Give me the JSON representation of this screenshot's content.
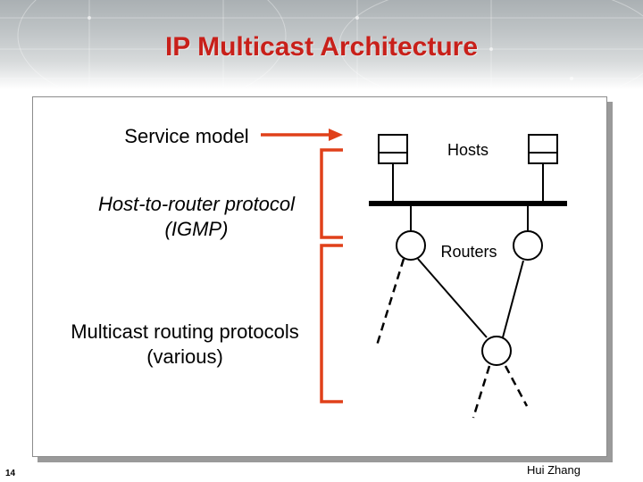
{
  "slide": {
    "title": "IP Multicast Architecture",
    "page_number": "14",
    "author": "Hui Zhang"
  },
  "diagram": {
    "layers": [
      {
        "label": "Service model",
        "style": "normal"
      },
      {
        "label": "Host-to-router protocol\n(IGMP)",
        "style": "italic"
      },
      {
        "label": "Multicast routing protocols\n(various)",
        "style": "normal"
      }
    ],
    "node_labels": {
      "hosts": "Hosts",
      "routers": "Routers"
    },
    "colors": {
      "title": "#c8201a",
      "bracket": "#e0401a",
      "lines": "#000000"
    }
  }
}
